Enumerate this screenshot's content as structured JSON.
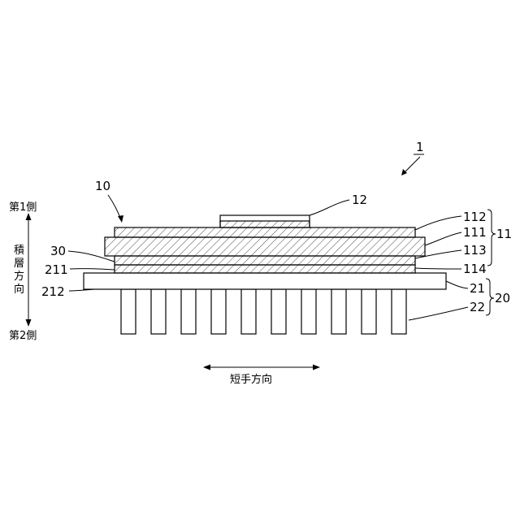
{
  "figure": {
    "ref_device": "1",
    "ref_module": "10",
    "ref_chip": "12",
    "ref_substrate": "11",
    "ref_sub_top": "112",
    "ref_sub_core": "111",
    "ref_sub_bottom": "113",
    "ref_sub_layer": "114",
    "ref_bond": "30",
    "ref_cooler": "20",
    "ref_plate": "21",
    "ref_fins": "22",
    "ref_plate_top": "211",
    "ref_plate_bottom": "212"
  },
  "axis": {
    "first_side": "第1側",
    "second_side": "第2側",
    "stacking_direction": [
      "積",
      "層",
      "方",
      "向"
    ],
    "short_direction": "短手方向"
  },
  "fins": {
    "count": 10
  }
}
